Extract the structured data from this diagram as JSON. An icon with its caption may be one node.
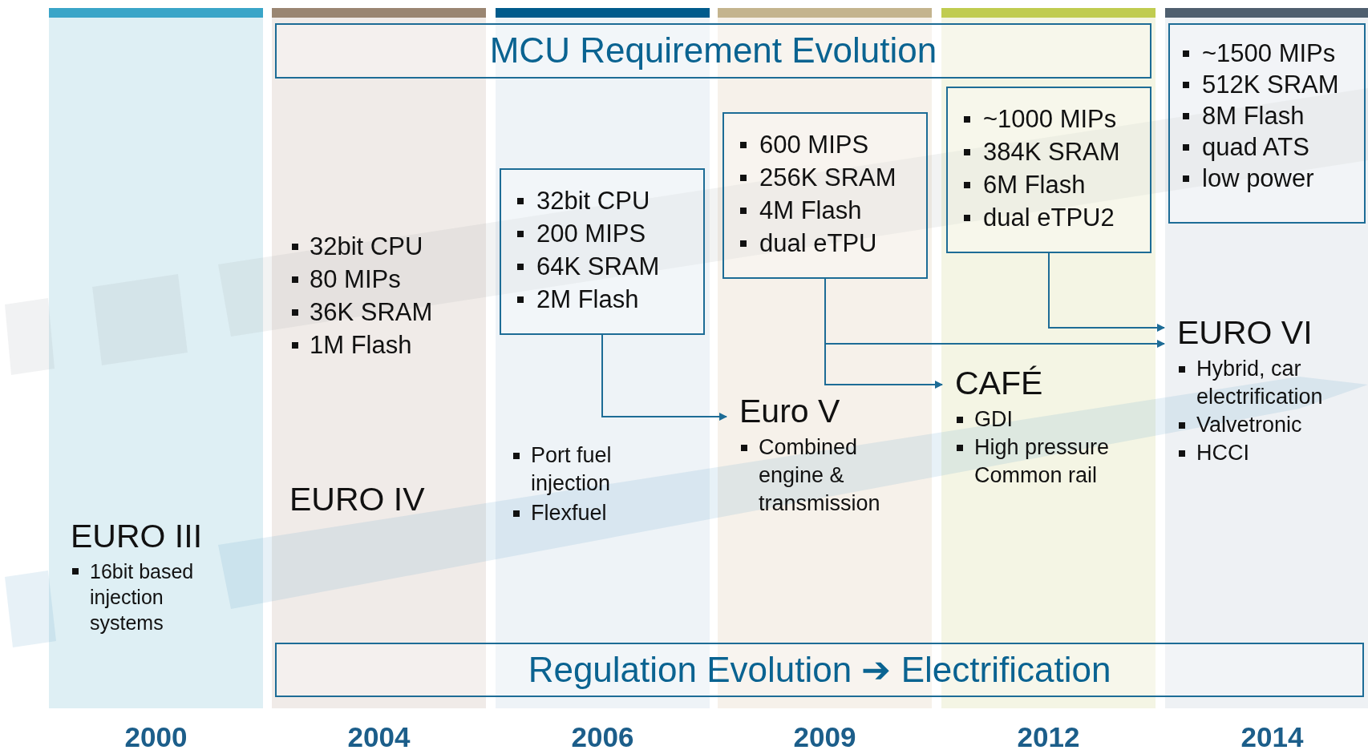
{
  "diagram": {
    "nodes": [
      {
        "text": [
          "MCU Requirement Evolution"
        ]
      },
      {
        "text": [
          "~1500 MIPs",
          "512K SRAM",
          "8M Flash",
          "quad ATS",
          "low power"
        ]
      },
      {
        "text": [
          "~1000 MIPs",
          "384K SRAM",
          "6M Flash",
          "dual eTPU2"
        ]
      },
      {
        "text": [
          "600 MIPS",
          "256K SRAM",
          "4M Flash",
          "dual eTPU"
        ]
      },
      {
        "text": [
          "32bit CPU",
          "200 MIPS",
          "64K SRAM",
          "2M Flash"
        ]
      },
      {
        "text": [
          "EURO VI",
          "Hybrid, car electrification",
          "Valvetronic",
          "HCCI"
        ]
      },
      {
        "text": [
          "CAFÉ",
          "GDI",
          "High pressure Common rail"
        ]
      },
      {
        "text": [
          "Euro V",
          "Combined engine & transmission"
        ]
      },
      {
        "text": [
          "Regulation Evolution ➔ Electrification"
        ]
      },
      {
        "text": [
          "EURO III",
          "16bit based injection systems"
        ]
      }
    ],
    "edges": [
      {
        "from": 4,
        "to": 7,
        "arrow": "to"
      },
      {
        "from": 3,
        "to": 6,
        "arrow": "to"
      },
      {
        "from": 3,
        "to": 5,
        "arrow": "to"
      },
      {
        "from": 2,
        "to": 5,
        "arrow": "to"
      }
    ],
    "labels": [
      "32bit CPU",
      "80 MIPs",
      "36K SRAM",
      "1M Flash",
      "EURO IV",
      "Port fuel injection",
      "Flexfuel",
      "2000",
      "2004",
      "2006",
      "2009",
      "2012",
      "2014"
    ]
  }
}
